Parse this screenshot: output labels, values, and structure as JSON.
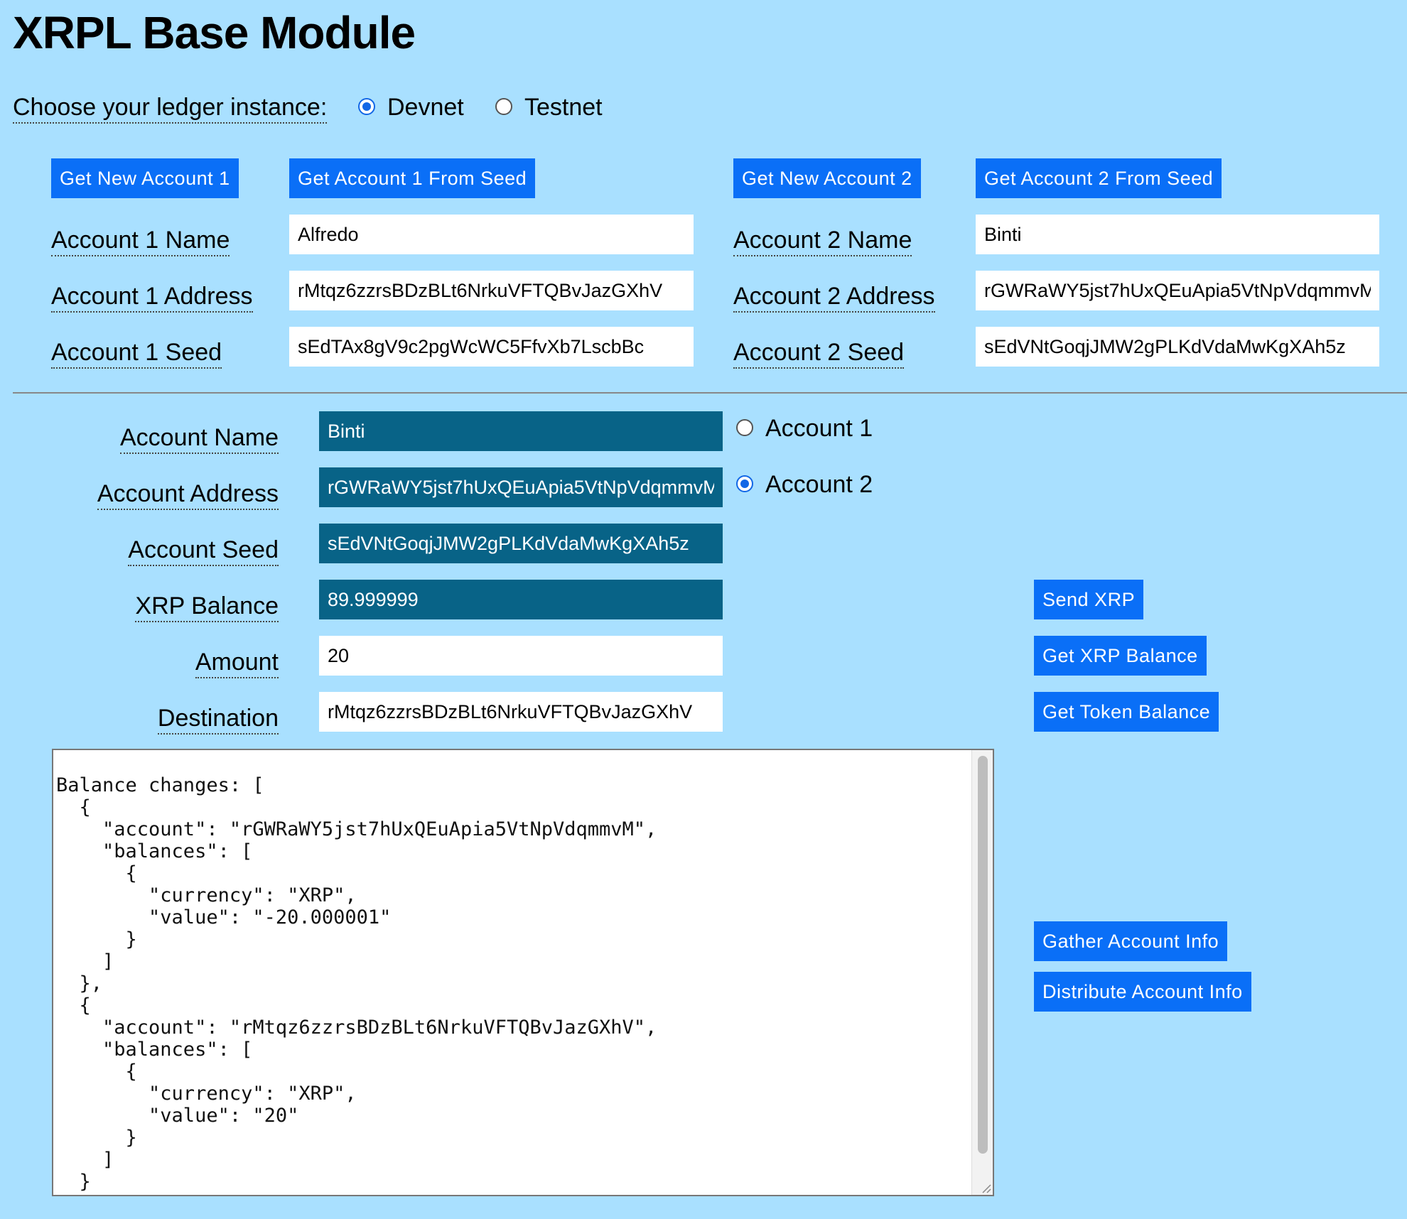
{
  "page": {
    "title": "XRPL Base Module"
  },
  "ledger": {
    "label": "Choose your ledger instance:",
    "options": [
      {
        "label": "Devnet",
        "selected": true
      },
      {
        "label": "Testnet",
        "selected": false
      }
    ]
  },
  "account1": {
    "new_button": "Get New Account 1",
    "seed_button": "Get Account 1 From Seed",
    "name_label": "Account 1 Name",
    "address_label": "Account 1 Address",
    "seed_label": "Account 1 Seed",
    "name": "Alfredo",
    "address": "rMtqz6zzrsBDzBLt6NrkuVFTQBvJazGXhV",
    "seed": "sEdTAx8gV9c2pgWcWC5FfvXb7LscbBc"
  },
  "account2": {
    "new_button": "Get New Account 2",
    "seed_button": "Get Account 2 From Seed",
    "name_label": "Account 2 Name",
    "address_label": "Account 2 Address",
    "seed_label": "Account 2 Seed",
    "name": "Binti",
    "address": "rGWRaWY5jst7hUxQEuApia5VtNpVdqmmvM",
    "seed": "sEdVNtGoqjJMW2gPLKdVdaMwKgXAh5z"
  },
  "active": {
    "name_label": "Account Name",
    "address_label": "Account Address",
    "seed_label": "Account Seed",
    "balance_label": "XRP Balance",
    "amount_label": "Amount",
    "destination_label": "Destination",
    "name": "Binti",
    "address": "rGWRaWY5jst7hUxQEuApia5VtNpVdqmmvM",
    "seed": "sEdVNtGoqjJMW2gPLKdVdaMwKgXAh5z",
    "balance": "89.999999",
    "amount": "20",
    "destination": "rMtqz6zzrsBDzBLt6NrkuVFTQBvJazGXhV",
    "selector": [
      {
        "label": "Account 1",
        "selected": false
      },
      {
        "label": "Account 2",
        "selected": true
      }
    ]
  },
  "actions": {
    "send_xrp": "Send XRP",
    "get_xrp_balance": "Get XRP Balance",
    "get_token_balance": "Get Token Balance",
    "gather_info": "Gather Account Info",
    "distribute_info": "Distribute Account Info"
  },
  "output": {
    "text": "Balance changes: [\n  {\n    \"account\": \"rGWRaWY5jst7hUxQEuApia5VtNpVdqmmvM\",\n    \"balances\": [\n      {\n        \"currency\": \"XRP\",\n        \"value\": \"-20.000001\"\n      }\n    ]\n  },\n  {\n    \"account\": \"rMtqz6zzrsBDzBLt6NrkuVFTQBvJazGXhV\",\n    \"balances\": [\n      {\n        \"currency\": \"XRP\",\n        \"value\": \"20\"\n      }\n    ]\n  }"
  },
  "colors": {
    "background": "#a9e0ff",
    "button": "#0a6ff7",
    "active_field": "#086387",
    "radio_selected": "#1267e6"
  }
}
